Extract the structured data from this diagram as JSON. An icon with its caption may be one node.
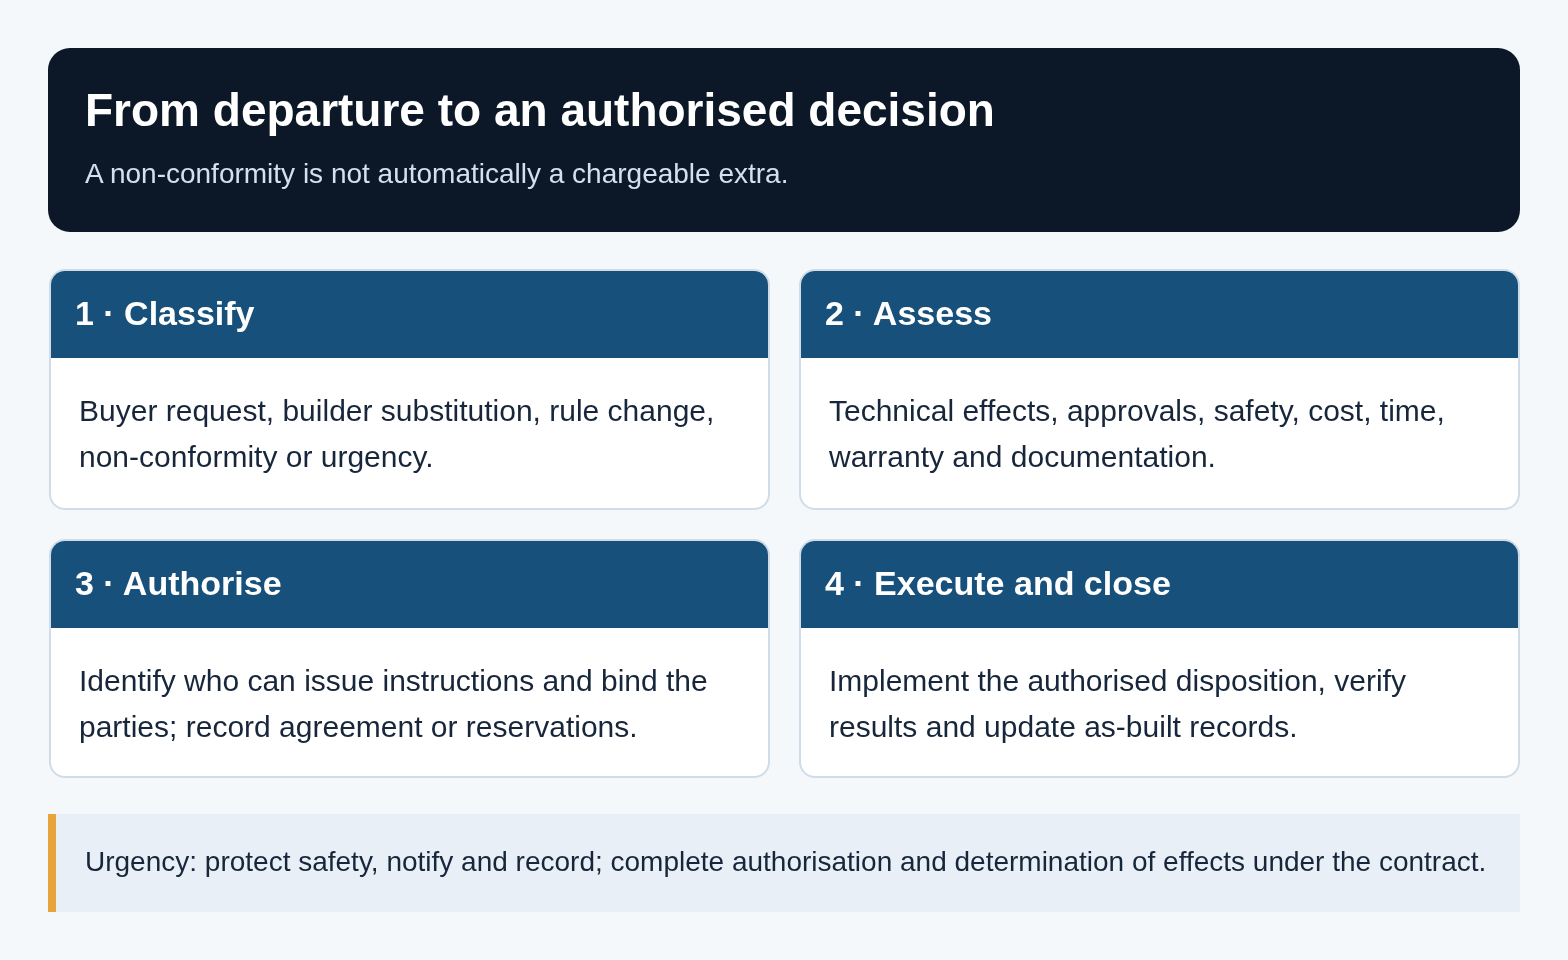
{
  "diagram": {
    "title": "From departure to an authorised decision",
    "labels": [
      "A non-conformity is not automatically a chargeable extra."
    ],
    "nodes": [
      {
        "text": [
          "1 · Classify",
          "Buyer request, builder substitution, rule change, non-conformity or urgency."
        ]
      },
      {
        "text": [
          "2 · Assess",
          "Technical effects, approvals, safety, cost, time, warranty and documentation."
        ]
      },
      {
        "text": [
          "3 · Authorise",
          "Identify who can issue instructions and bind the parties; record agreement or reservations."
        ]
      },
      {
        "text": [
          "4 · Execute and close",
          "Implement the authorised disposition, verify results and update as-built records."
        ]
      },
      {
        "text": [
          "Urgency: protect safety, notify and record; complete authorisation and determination of effects under the contract."
        ]
      }
    ]
  }
}
